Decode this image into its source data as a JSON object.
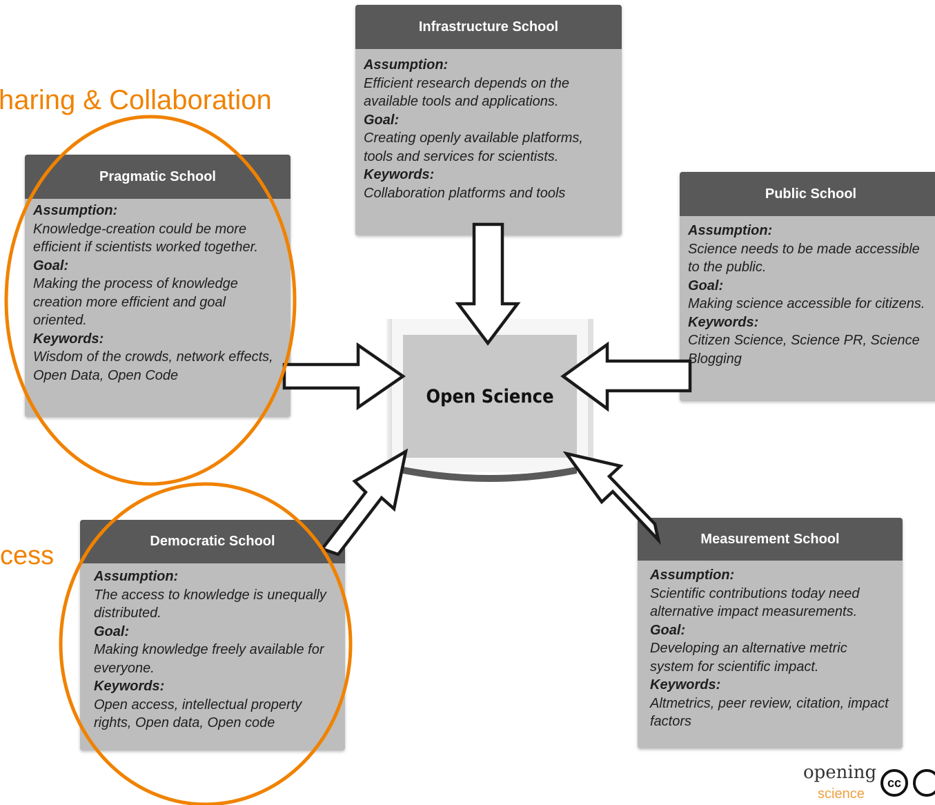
{
  "labels": {
    "sharing": "haring & Collaboration",
    "access": "cess"
  },
  "center": {
    "title": "Open Science"
  },
  "schools": {
    "infrastructure": {
      "title": "Infrastructure School",
      "assumption_label": "Assumption:",
      "assumption": "Efficient research depends on the available tools and applications.",
      "goal_label": "Goal:",
      "goal": "Creating openly available platforms, tools and services for scientists.",
      "keywords_label": "Keywords:",
      "keywords": "Collaboration platforms and tools"
    },
    "pragmatic": {
      "title": "Pragmatic School",
      "assumption_label": "Assumption:",
      "assumption": "Knowledge-creation could be more efficient if scientists worked together.",
      "goal_label": "Goal:",
      "goal": "Making the process of knowledge creation more efficient and goal oriented.",
      "keywords_label": "Keywords:",
      "keywords": "Wisdom of the crowds, network effects, Open Data, Open Code"
    },
    "public": {
      "title": "Public School",
      "assumption_label": "Assumption:",
      "assumption": "Science needs to be made accessible to the public.",
      "goal_label": "Goal:",
      "goal": "Making science accessible for citizens.",
      "keywords_label": "Keywords:",
      "keywords": "Citizen Science, Science PR, Science Blogging"
    },
    "democratic": {
      "title": "Democratic School",
      "assumption_label": "Assumption:",
      "assumption": "The access to knowledge is unequally distributed.",
      "goal_label": "Goal:",
      "goal": "Making knowledge freely available for everyone.",
      "keywords_label": "Keywords:",
      "keywords": "Open access, intellectual property rights, Open data, Open code"
    },
    "measurement": {
      "title": "Measurement School",
      "assumption_label": "Assumption:",
      "assumption": "Scientific contributions today need alternative impact measurements.",
      "goal_label": "Goal:",
      "goal": "Developing an alternative metric system for scientific impact.",
      "keywords_label": "Keywords:",
      "keywords": "Altmetrics, peer review, citation, impact factors"
    }
  },
  "logo": {
    "word_top": "opening",
    "word_bottom": "science",
    "cc": "cc"
  },
  "colors": {
    "highlight": "#f08200",
    "header": "#595959",
    "box": "#bdbdbd"
  }
}
